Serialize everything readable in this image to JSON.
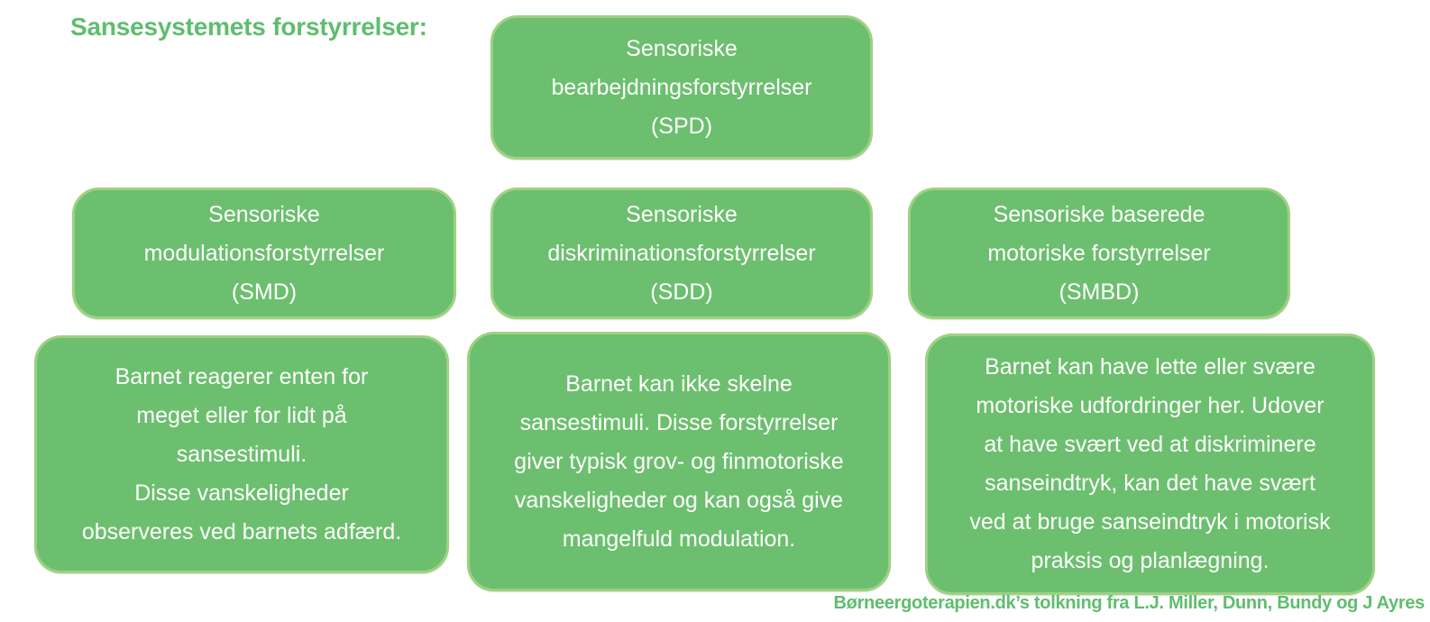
{
  "page": {
    "title": "Sansesystemets forstyrrelser:",
    "footer": "Børneergoterapien.dk’s tolkning fra L.J. Miller, Dunn, Bundy og J Ayres"
  },
  "colors": {
    "background": "#ffffff",
    "box_fill": "#6cbf6e",
    "box_border": "#9dd181",
    "box_text": "#ffffff",
    "title_text": "#5fbd6e",
    "footer_text": "#5fbd6e"
  },
  "diagram": {
    "root": {
      "id": "SPD",
      "label": "Sensoriske\nbearbejdningsforstyrrelser\n(SPD)"
    },
    "categories": [
      {
        "id": "SMD",
        "label": "Sensoriske\nmodulationsforstyrrelser\n(SMD)",
        "description": "Barnet reagerer enten for\nmeget eller for lidt på\nsansestimuli.\nDisse vanskeligheder\nobserveres ved barnets adfærd."
      },
      {
        "id": "SDD",
        "label": "Sensoriske\ndiskriminationsforstyrrelser\n(SDD)",
        "description": "Barnet kan ikke skelne\nsansestimuli. Disse forstyrrelser\ngiver typisk grov- og finmotoriske\nvanskeligheder og kan også give\nmangelfuld modulation."
      },
      {
        "id": "SMBD",
        "label": "Sensoriske baserede\nmotoriske forstyrrelser\n(SMBD)",
        "description": "Barnet kan have lette eller svære\nmotoriske udfordringer her. Udover\nat have svært ved at diskriminere\nsanseindtryk, kan det have svært\nved at bruge sanseindtryk i motorisk\npraksis og planlægning."
      }
    ]
  }
}
